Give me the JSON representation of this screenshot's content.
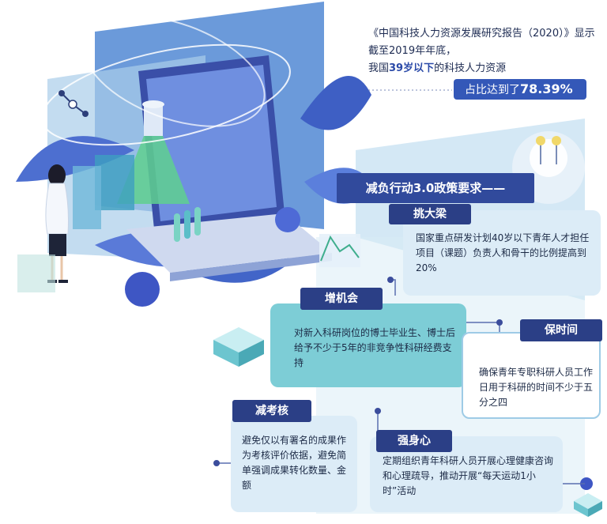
{
  "intro": {
    "line1": "《中国科技人力资源发展研究报告（2020）》显示",
    "line2": "截至2019年年底，",
    "line3_pre": "我国",
    "line3_hl": "39岁以下",
    "line3_post": "的科技人力资源",
    "pct_pre": "占比达到了",
    "pct_value": "78.39%"
  },
  "banner": "减负行动3.0政策要求——",
  "sections": [
    {
      "tag": "挑大梁",
      "text": "国家重点研发计划40岁以下青年人才担任项目（课题）负责人和骨干的比例提高到20%"
    },
    {
      "tag": "增机会",
      "text": "对新入科研岗位的博士毕业生、博士后给予不少于5年的非竞争性科研经费支持"
    },
    {
      "tag": "保时间",
      "text": "确保青年专职科研人员工作日用于科研的时间不少于五分之四"
    },
    {
      "tag": "减考核",
      "text": "避免仅以有署名的成果作为考核评价依据，避免简单强调成果转化数量、金额"
    },
    {
      "tag": "强身心",
      "text": "定期组织青年科研人员开展心理健康咨询和心理疏导，推动开展“每天运动1小时”活动"
    }
  ],
  "colors": {
    "navy": "#2b3f86",
    "blue": "#3458b8",
    "teal": "#7dcdd6",
    "light": "#dcecf7"
  }
}
